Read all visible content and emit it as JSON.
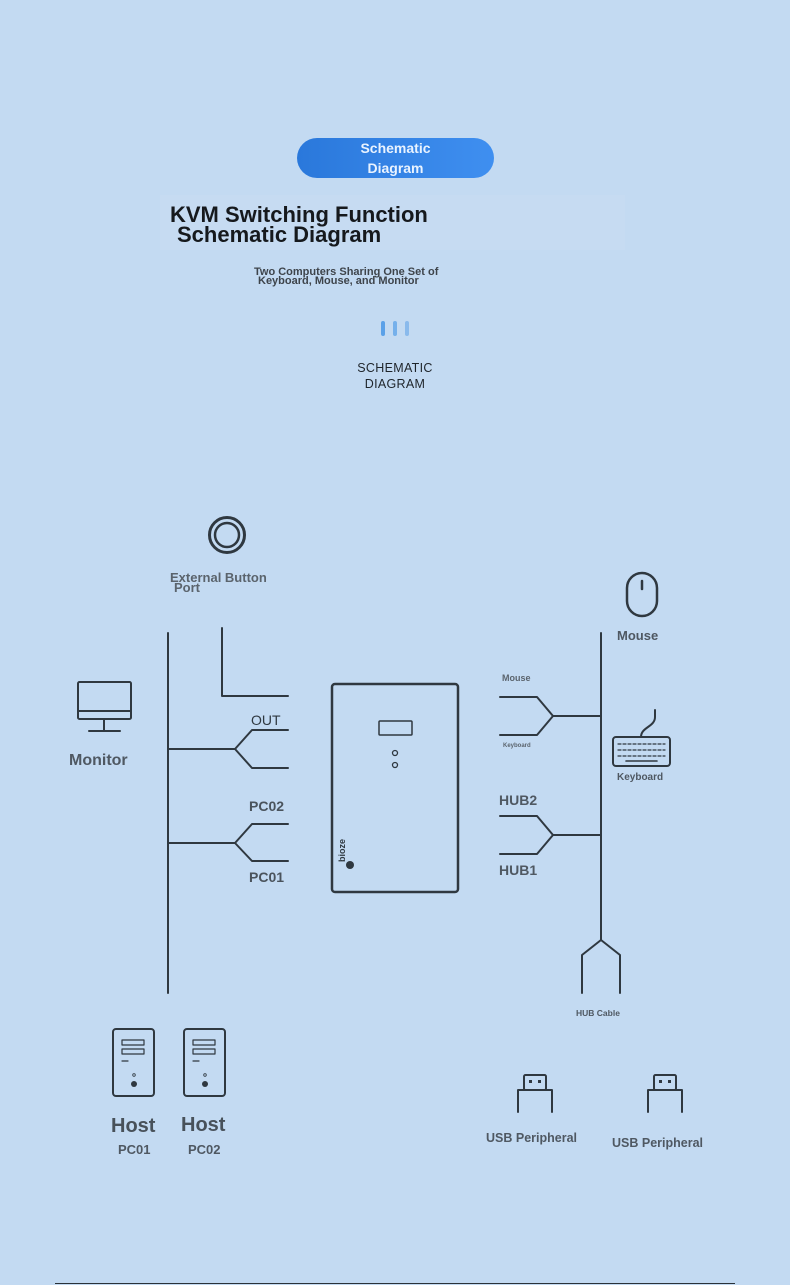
{
  "header": {
    "badge_line1": "Schematic",
    "badge_line2": "Diagram",
    "title_line1": "KVM Switching Function",
    "title_line2": "Schematic Diagram",
    "subtitle_line1": "Two Computers Sharing One Set of",
    "subtitle_line2": "Keyboard, Mouse, and Monitor",
    "section_line1": "SCHEMATIC",
    "section_line2": "DIAGRAM"
  },
  "diagram": {
    "external_button_line1": "External Button",
    "external_button_line2": "Port",
    "monitor": "Monitor",
    "out": "OUT",
    "pc02_port": "PC02",
    "pc01_port": "PC01",
    "brand": "bioze",
    "mouse_port": "Mouse",
    "keyboard_port": "Keyboard",
    "hub2": "HUB2",
    "hub1": "HUB1",
    "mouse": "Mouse",
    "keyboard": "Keyboard",
    "hub_cable": "HUB Cable",
    "host_left": "Host",
    "host_left_sub": "PC01",
    "host_right": "Host",
    "host_right_sub": "PC02",
    "usb_left": "USB Peripheral",
    "usb_right": "USB Peripheral"
  },
  "colors": {
    "background": "#c3daf2",
    "accent": "#2a78db",
    "line": "#2f3840"
  }
}
